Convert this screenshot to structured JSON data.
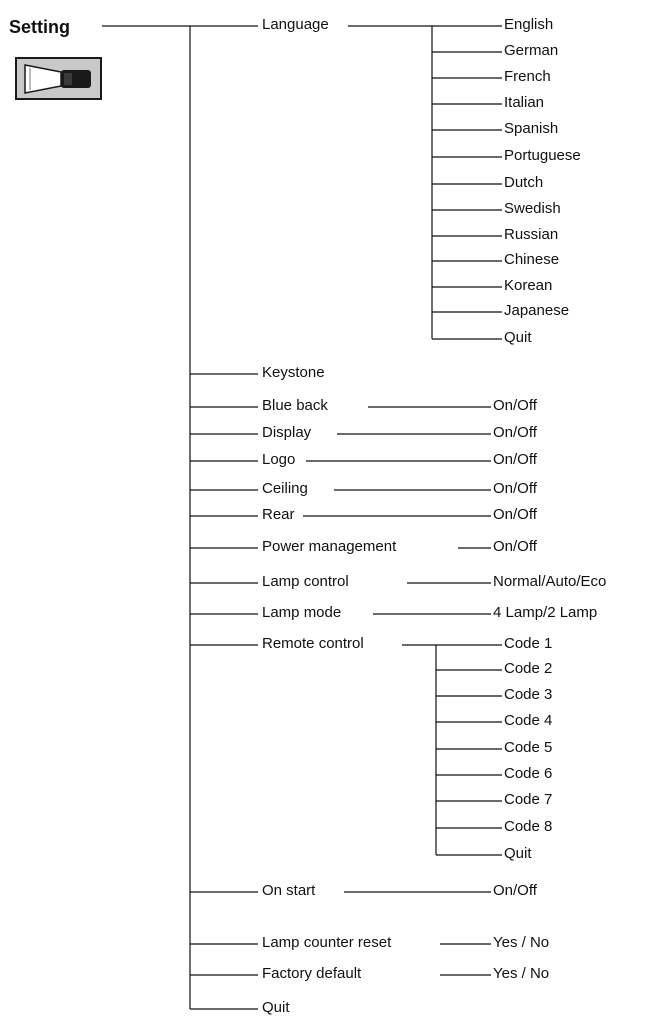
{
  "title": "Setting",
  "icon": "projector-icon",
  "colors": {
    "line": "#111111",
    "icon_bg": "#c9c9c9"
  },
  "menu": [
    {
      "name": "language",
      "label": "Language",
      "options": [
        "English",
        "German",
        "French",
        "Italian",
        "Spanish",
        "Portuguese",
        "Dutch",
        "Swedish",
        "Russian",
        "Chinese",
        "Korean",
        "Japanese",
        "Quit"
      ]
    },
    {
      "name": "keystone",
      "label": "Keystone"
    },
    {
      "name": "blue-back",
      "label": "Blue back",
      "value": "On/Off"
    },
    {
      "name": "display",
      "label": "Display",
      "value": "On/Off"
    },
    {
      "name": "logo",
      "label": "Logo",
      "value": "On/Off"
    },
    {
      "name": "ceiling",
      "label": "Ceiling",
      "value": "On/Off"
    },
    {
      "name": "rear",
      "label": "Rear",
      "value": "On/Off"
    },
    {
      "name": "power-management",
      "label": "Power management",
      "value": "On/Off"
    },
    {
      "name": "lamp-control",
      "label": "Lamp control",
      "value": "Normal/Auto/Eco"
    },
    {
      "name": "lamp-mode",
      "label": "Lamp mode",
      "value": "4 Lamp/2 Lamp"
    },
    {
      "name": "remote-control",
      "label": "Remote control",
      "options": [
        "Code 1",
        "Code 2",
        "Code 3",
        "Code 4",
        "Code 5",
        "Code 6",
        "Code 7",
        "Code 8",
        "Quit"
      ]
    },
    {
      "name": "on-start",
      "label": "On start",
      "value": "On/Off"
    },
    {
      "name": "lamp-counter-reset",
      "label": "Lamp counter reset",
      "value": "Yes / No"
    },
    {
      "name": "factory-default",
      "label": "Factory default",
      "value": "Yes / No"
    },
    {
      "name": "quit",
      "label": "Quit"
    }
  ]
}
